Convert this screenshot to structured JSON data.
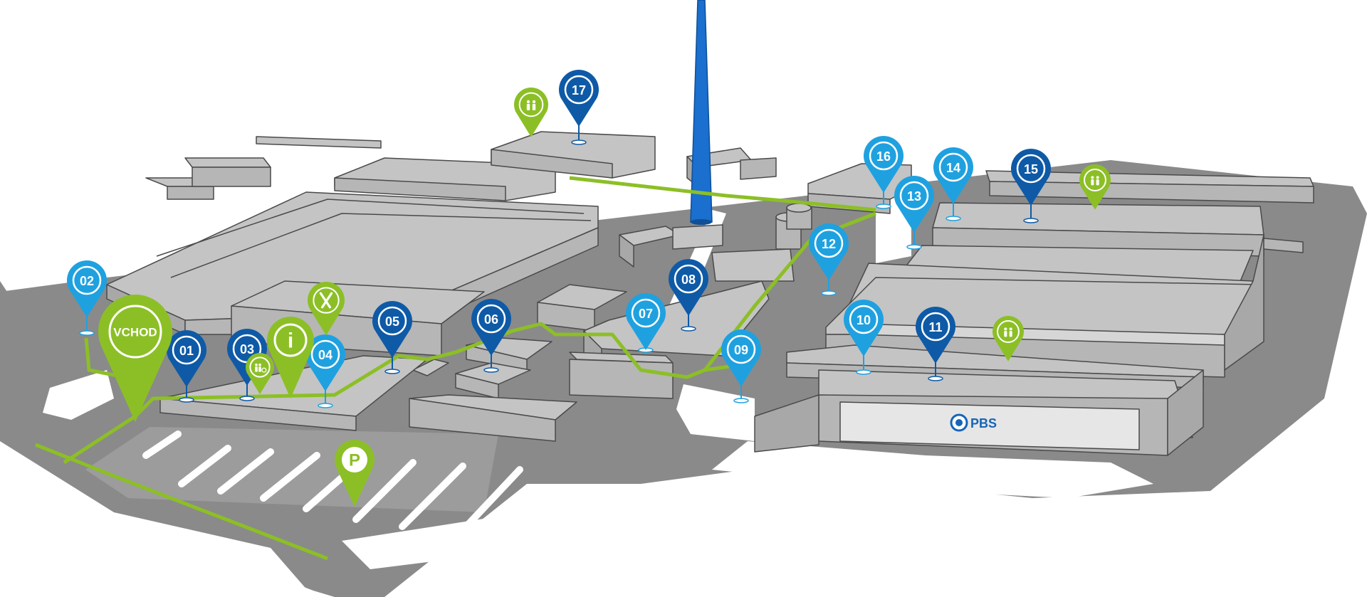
{
  "colors": {
    "ground": "#8a8a8a",
    "road_light": "#ffffff",
    "building_top": "#c4c4c4",
    "building_side": "#a8a8a8",
    "building_front": "#b6b6b6",
    "path": "#8cbf26",
    "pin_dark": "#0e5aa7",
    "pin_light": "#1fa1e0",
    "pin_green": "#8cbf26",
    "chimney": "#1a6fcf"
  },
  "entrance": {
    "label": "VCHOD"
  },
  "info": {
    "label": "i"
  },
  "parking": {
    "label": "P"
  },
  "logo": {
    "text": "PBS"
  },
  "halls": [
    {
      "label": "01",
      "tone": "dark"
    },
    {
      "label": "02",
      "tone": "light"
    },
    {
      "label": "03",
      "tone": "dark"
    },
    {
      "label": "04",
      "tone": "light"
    },
    {
      "label": "05",
      "tone": "dark"
    },
    {
      "label": "06",
      "tone": "dark"
    },
    {
      "label": "07",
      "tone": "light"
    },
    {
      "label": "08",
      "tone": "dark"
    },
    {
      "label": "09",
      "tone": "light"
    },
    {
      "label": "10",
      "tone": "light"
    },
    {
      "label": "11",
      "tone": "dark"
    },
    {
      "label": "12",
      "tone": "light"
    },
    {
      "label": "13",
      "tone": "light"
    },
    {
      "label": "14",
      "tone": "light"
    },
    {
      "label": "15",
      "tone": "dark"
    },
    {
      "label": "16",
      "tone": "light"
    },
    {
      "label": "17",
      "tone": "dark"
    }
  ],
  "amenities": [
    {
      "icon": "restroom-icon"
    },
    {
      "icon": "restroom-accessible-icon"
    },
    {
      "icon": "restaurant-icon"
    },
    {
      "icon": "restroom-icon"
    },
    {
      "icon": "restroom-icon"
    }
  ]
}
